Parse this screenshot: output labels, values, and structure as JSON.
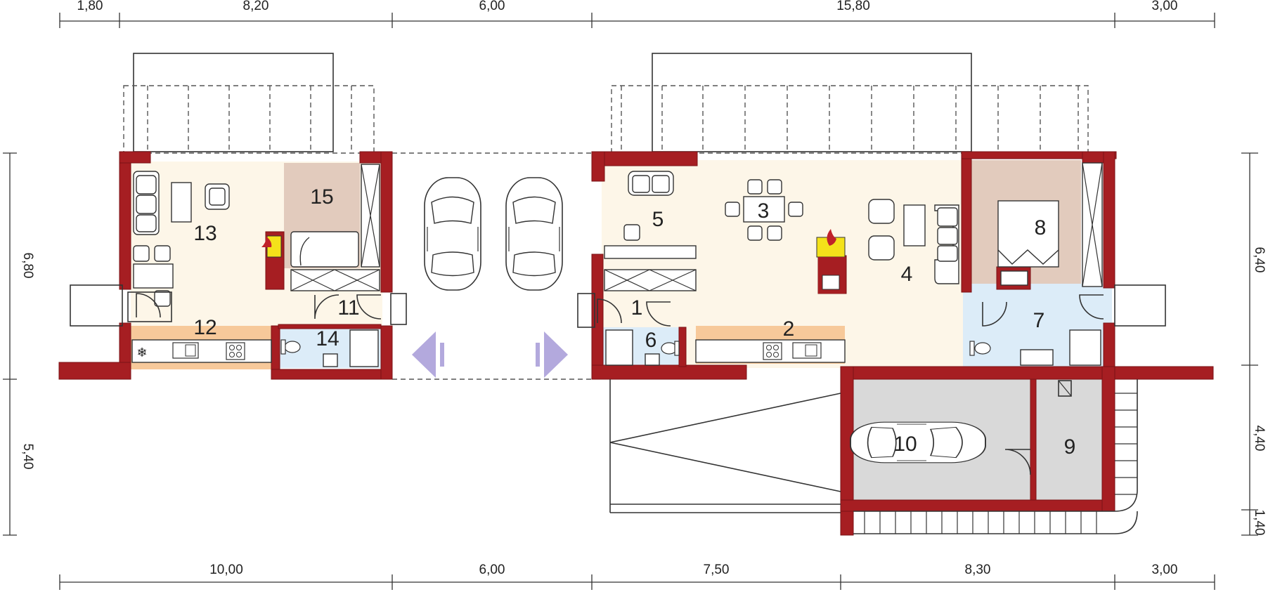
{
  "colors": {
    "wall": "#a61e22",
    "living": "#fdf6e8",
    "kitchen_strip": "#f7c99a",
    "bedroom": "#e2cbbd",
    "bathroom": "#dcecf8",
    "garage": "#d9d9d9",
    "arrow": "#b3a9dd",
    "fire": "#f4e21a"
  },
  "dimensions": {
    "top": [
      "1,80",
      "8,20",
      "6,00",
      "15,80",
      "3,00"
    ],
    "bottom": [
      "10,00",
      "6,00",
      "7,50",
      "8,30",
      "3,00"
    ],
    "left": [
      "6,80",
      "5,40"
    ],
    "right": [
      "6,40",
      "4,40",
      "1,40"
    ]
  },
  "rooms": {
    "r1": "1",
    "r2": "2",
    "r3": "3",
    "r4": "4",
    "r5": "5",
    "r6": "6",
    "r7": "7",
    "r8": "8",
    "r9": "9",
    "r10": "10",
    "r11": "11",
    "r12": "12",
    "r13": "13",
    "r14": "14",
    "r15": "15"
  },
  "icons": [
    "car-icon",
    "arrow-left-icon",
    "arrow-right-icon",
    "fireplace-icon",
    "toilet-icon",
    "sink-icon",
    "stove-icon",
    "shower-icon"
  ]
}
